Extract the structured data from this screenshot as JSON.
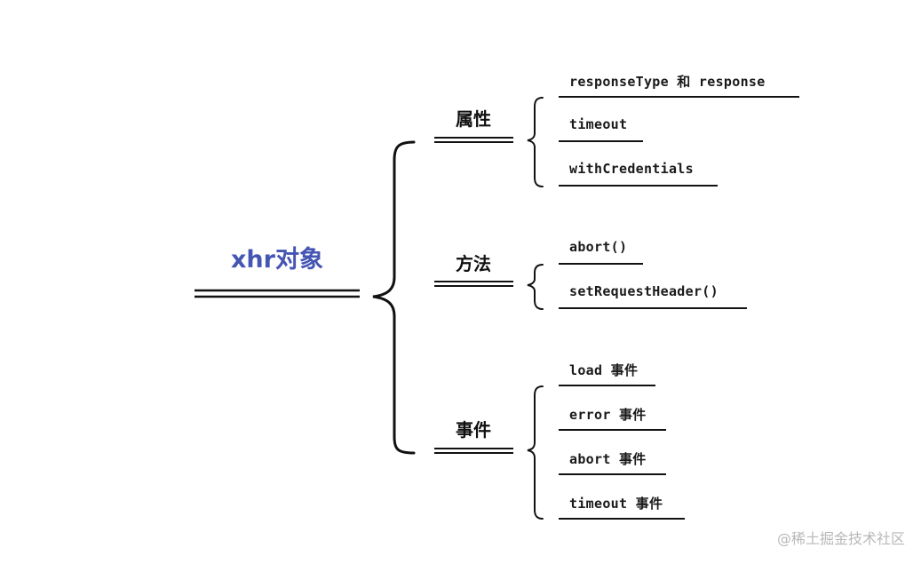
{
  "root": {
    "label": "xhr对象"
  },
  "branches": [
    {
      "label": "属性",
      "items": [
        "responseType 和 response",
        "timeout",
        "withCredentials"
      ]
    },
    {
      "label": "方法",
      "items": [
        "abort()",
        "setRequestHeader()"
      ]
    },
    {
      "label": "事件",
      "items": [
        "load 事件",
        "error 事件",
        "abort 事件",
        "timeout 事件"
      ]
    }
  ],
  "watermark": "@稀土掘金技术社区",
  "colors": {
    "root_text": "#4455b3",
    "line": "#111111",
    "watermark": "#b8b8b8"
  }
}
